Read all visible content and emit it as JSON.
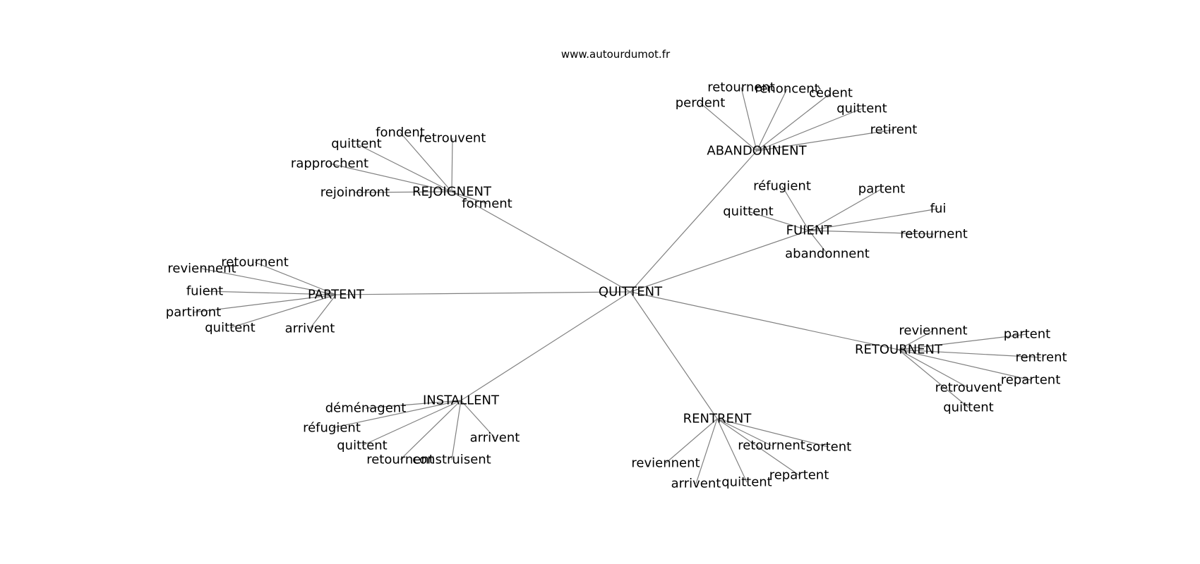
{
  "source": "www.autourdumot.fr",
  "center": "QUITTENT",
  "clusters": [
    {
      "id": "abandonnent",
      "word": "ABANDONNENT",
      "leaves": [
        "perdent",
        "retournent",
        "renoncent",
        "cèdent",
        "quittent",
        "retirent"
      ]
    },
    {
      "id": "rejoignent",
      "word": "REJOIGNENT",
      "leaves": [
        "fondent",
        "retrouvent",
        "quittent",
        "rapprochent",
        "rejoindront",
        "forment"
      ]
    },
    {
      "id": "fuient",
      "word": "FUIENT",
      "leaves": [
        "réfugient",
        "partent",
        "fui",
        "quittent",
        "retournent",
        "abandonnent"
      ]
    },
    {
      "id": "partent",
      "word": "PARTENT",
      "leaves": [
        "retournent",
        "reviennent",
        "fuient",
        "partiront",
        "quittent",
        "arrivent"
      ]
    },
    {
      "id": "retournent",
      "word": "RETOURNENT",
      "leaves": [
        "reviennent",
        "partent",
        "rentrent",
        "repartent",
        "retrouvent",
        "quittent"
      ]
    },
    {
      "id": "installent",
      "word": "INSTALLENT",
      "leaves": [
        "déménagent",
        "réfugient",
        "quittent",
        "retournent",
        "construisent",
        "arrivent"
      ]
    },
    {
      "id": "rentrent",
      "word": "RENTRENT",
      "leaves": [
        "reviennent",
        "arrivent",
        "quittent",
        "retournent",
        "sortent",
        "repartent"
      ]
    }
  ]
}
